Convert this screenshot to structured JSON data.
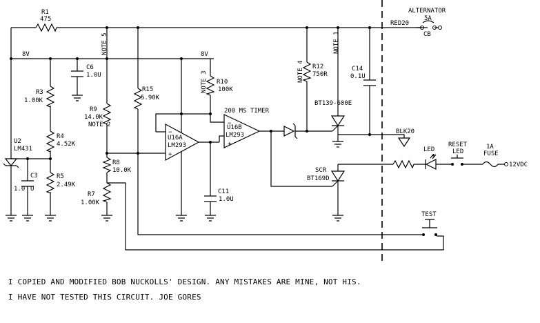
{
  "labels": {
    "alternator": "ALTERNATOR",
    "cb_rating": "5A",
    "cb": "CB",
    "red20": "RED20",
    "blk20": "BLK20",
    "supply_12v": "12VDC",
    "fuse_rating": "1A",
    "fuse": "FUSE",
    "v8_left": "8V",
    "v8_mid": "8V",
    "timer": "200 MS TIMER",
    "test": "TEST",
    "led": "LED",
    "reset_led_1": "RESET",
    "reset_led_2": "LED",
    "scr": "SCR"
  },
  "notes": {
    "note1": "NOTE 1",
    "note2": "NOTE 2",
    "note3": "NOTE 3",
    "note4": "NOTE 4",
    "note5": "NOTE 5"
  },
  "components": {
    "r1": {
      "ref": "R1",
      "value": "475"
    },
    "r3": {
      "ref": "R3",
      "value": "1.00K"
    },
    "r4": {
      "ref": "R4",
      "value": "4.52K"
    },
    "r5": {
      "ref": "R5",
      "value": "2.49K"
    },
    "r7": {
      "ref": "R7",
      "value": "1.00K"
    },
    "r8": {
      "ref": "R8",
      "value": "10.0K"
    },
    "r9": {
      "ref": "R9",
      "value": "14.0K"
    },
    "r10": {
      "ref": "R10",
      "value": "100K"
    },
    "r12": {
      "ref": "R12",
      "value": "750R"
    },
    "r15": {
      "ref": "R15",
      "value": "5.90K"
    },
    "c3": {
      "ref": "C3",
      "value": "1.0",
      "unit": "U"
    },
    "c6": {
      "ref": "C6",
      "value": "1.0U"
    },
    "c11": {
      "ref": "C11",
      "value": "1.0U"
    },
    "c14": {
      "ref": "C14",
      "value": "0.1U"
    },
    "u2": {
      "ref": "U2",
      "value": "LM431"
    },
    "u16a": {
      "ref": "U16A",
      "value": "LM293"
    },
    "u16b": {
      "ref": "U16B",
      "value": "LM293"
    },
    "triac": {
      "value": "BT139-600E"
    },
    "scr": {
      "value": "BT169D"
    }
  },
  "footer": {
    "line1": "I COPIED AND MODIFIED BOB NUCKOLLS' DESIGN.  ANY MISTAKES ARE MINE, NOT HIS.",
    "line2": "I HAVE NOT TESTED THIS CIRCUIT.   JOE GORES"
  }
}
